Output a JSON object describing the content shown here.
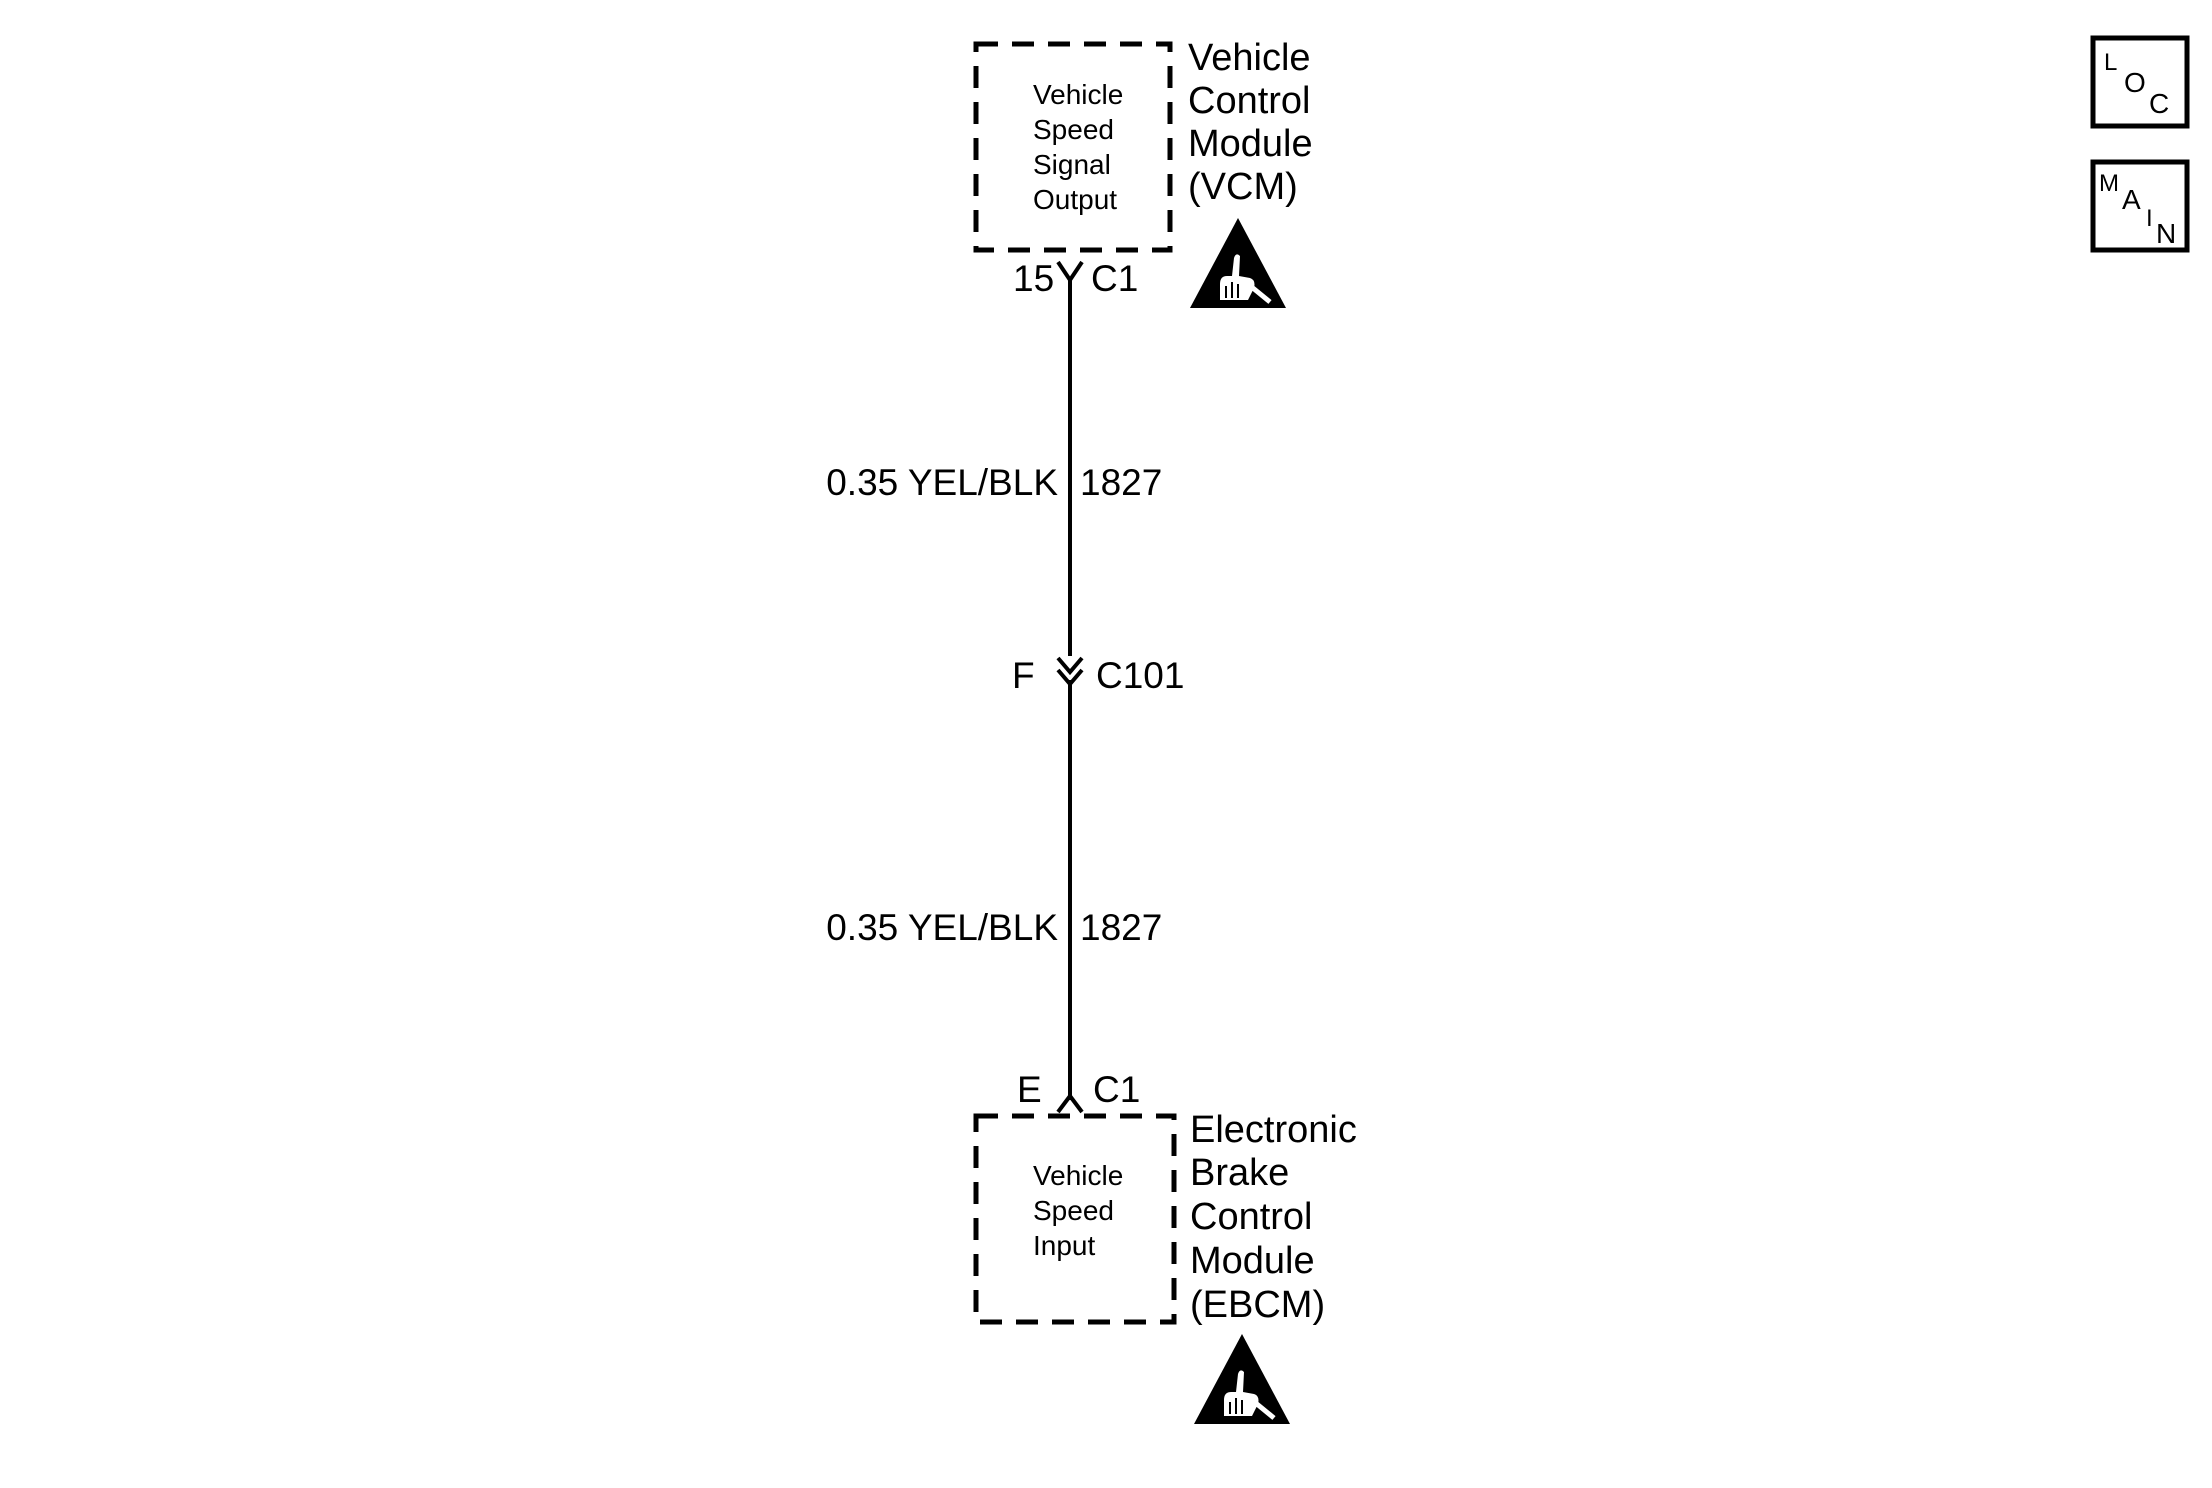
{
  "vcm": {
    "inner_lines": [
      "Vehicle",
      "Speed",
      "Signal",
      "Output"
    ],
    "label_lines": [
      "Vehicle",
      "Control",
      "Module",
      "(VCM)"
    ],
    "pin": "15",
    "connector": "C1",
    "esd_icon": "esd-sensitive-icon"
  },
  "wire_upper": {
    "size_color": "0.35 YEL/BLK",
    "circuit": "1827"
  },
  "inline_connector": {
    "pin": "F",
    "connector": "C101"
  },
  "wire_lower": {
    "size_color": "0.35 YEL/BLK",
    "circuit": "1827"
  },
  "ebcm": {
    "pin": "E",
    "connector": "C1",
    "inner_lines": [
      "Vehicle",
      "Speed",
      "Input"
    ],
    "label_lines": [
      "Electronic",
      "Brake",
      "Control",
      "Module",
      "(EBCM)"
    ],
    "esd_icon": "esd-sensitive-icon"
  },
  "nav": {
    "loc": [
      "L",
      "O",
      "C"
    ],
    "main": [
      "M",
      "A",
      "I",
      "N"
    ]
  },
  "colors": {
    "ink": "#000000",
    "background": "#ffffff"
  }
}
